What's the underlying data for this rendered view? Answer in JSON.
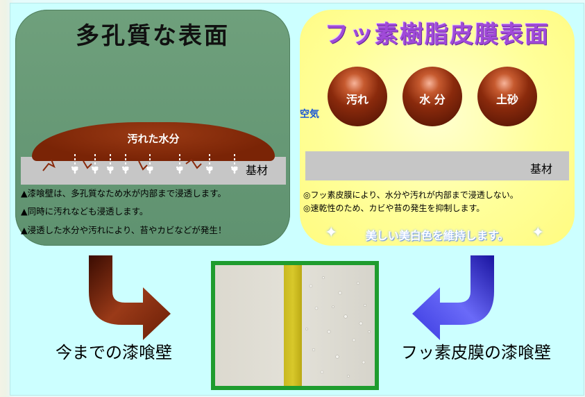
{
  "left_panel": {
    "title": "多孔質な表面",
    "dirty_water_label": "汚れた水分",
    "substrate_label": "基材",
    "notes": [
      "▲漆喰壁は、多孔質なため水が内部まで浸透します。",
      "▲同時に汚れなども浸透します。",
      "▲浸透した水分や汚れにより、苔やカビなどが発生！"
    ]
  },
  "right_panel": {
    "title": "フッ素樹脂皮膜表面",
    "balls": [
      "汚れ",
      "水 分",
      "土砂"
    ],
    "air_label": "空気",
    "substrate_label": "基材",
    "notes": [
      "◎フッ素皮膜により、水分や汚れが内部まで浸透しない。",
      "◎速乾性のため、カビや苔の発生を抑制します。"
    ],
    "banner": "美しい美白色を維持します。"
  },
  "captions": {
    "left": "今までの漆喰壁",
    "right": "フッ素皮膜の漆喰壁"
  },
  "colors": {
    "background": "#ccffff",
    "left_panel": "#6a9a76",
    "right_panel": "#ffff99",
    "left_arrow": "#8a2a0c",
    "right_arrow": "#3a3af0",
    "photo_border": "#1e9c2e"
  },
  "icons": [
    "cross-mark-icon",
    "down-arrow-icon",
    "up-down-arrow-icon",
    "sparkle-icon",
    "curved-arrow-icon"
  ]
}
